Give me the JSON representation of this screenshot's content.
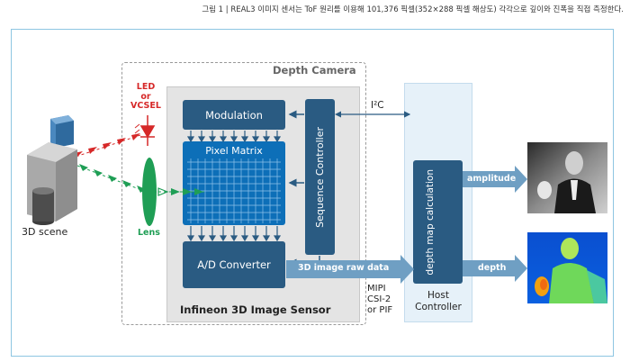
{
  "caption": "그림 1 | REAL3 이미지 센서는 ToF 원리를 이용해 101,376 픽셀(352×288 픽셀 해상도) 각각으로 깊이와 진폭을 직접 측정한다.",
  "depth_camera_title": "Depth Camera",
  "sensor_title": "Infineon 3D Image Sensor",
  "blocks": {
    "modulation": "Modulation",
    "pixel_matrix": "Pixel Matrix",
    "ad_converter": "A/D Converter",
    "sequence_controller": "Sequence Controller",
    "depth_map": "depth map calculation",
    "host_controller": "Host\nController"
  },
  "labels": {
    "led": "LED\nor\nVCSEL",
    "lens": "Lens",
    "scene": "3D scene",
    "i2c": "I²C",
    "raw_data": "3D image raw data",
    "interface": "MIPI\nCSI-2\nor PIF",
    "amplitude": "amplitude",
    "depth": "depth"
  },
  "colors": {
    "dark_blue": "#2a5b82",
    "bright_blue": "#0d6fb8",
    "light_blue_panel": "#e6f1f9",
    "arrow_blue": "#6f9fc3",
    "red": "#d62828",
    "green": "#1f9e55"
  }
}
